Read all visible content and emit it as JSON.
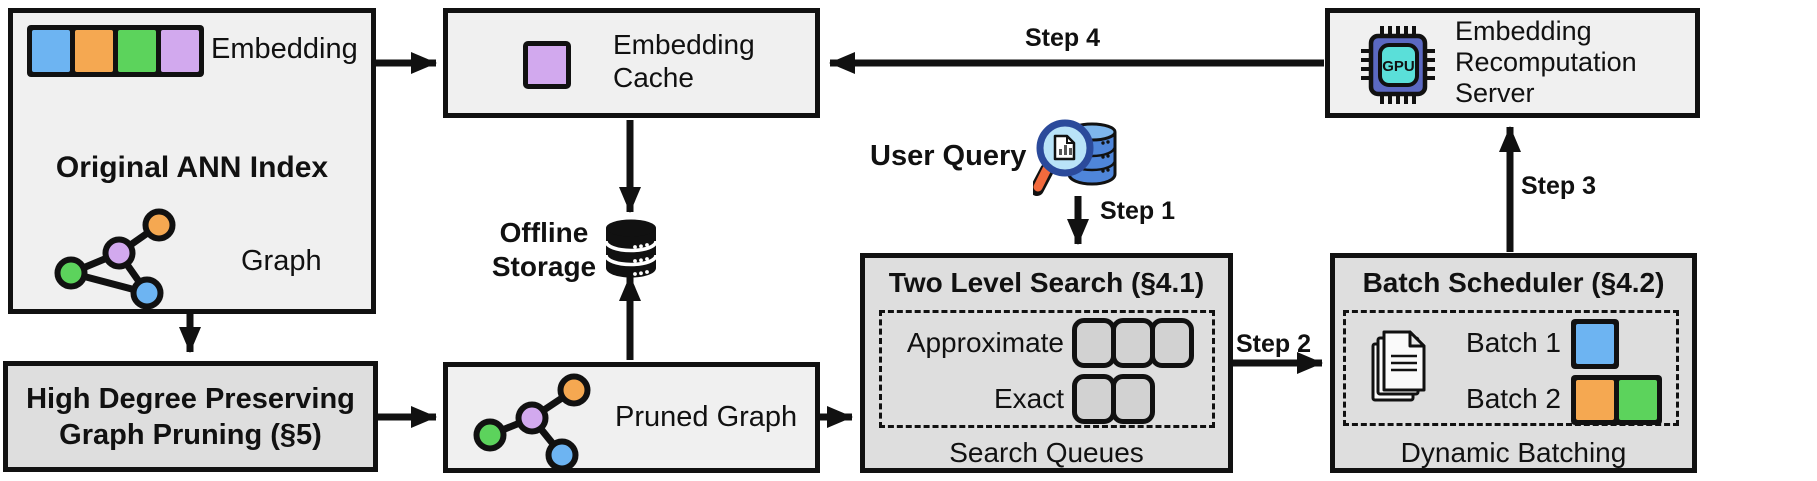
{
  "colors": {
    "blue": "#6db4f2",
    "orange": "#f5a851",
    "green": "#5cd35c",
    "purple": "#d2a9ee",
    "box-light": "#f0f0f0",
    "box-gray": "#dedede",
    "queue-fill": "#d2d2d2",
    "ink": "#111111",
    "chip-body": "#5b69c2",
    "chip-screen": "#5adfd9",
    "db-body": "#4f86da",
    "db-top": "#7eb6ec",
    "lens-fill": "#b9e3f8",
    "lens-rim": "#2b4a9b",
    "handle": "#f26a3d"
  },
  "ann_index": {
    "title": "Original ANN Index",
    "embedding_label": "Embedding",
    "graph_label": "Graph",
    "embedding_colors": [
      "blue",
      "orange",
      "green",
      "purple"
    ]
  },
  "embedding_cache": {
    "label": "Embedding Cache",
    "square_color": "purple"
  },
  "recomputation_server": {
    "label": "Embedding Recomputation Server",
    "chip_text": "GPU"
  },
  "offline_storage": {
    "label": "Offline Storage"
  },
  "user_query": {
    "label": "User Query"
  },
  "steps": {
    "s1": "Step 1",
    "s2": "Step 2",
    "s3": "Step 3",
    "s4": "Step 4"
  },
  "two_level_search": {
    "title": "Two Level Search (§4.1)",
    "approximate_label": "Approximate",
    "exact_label": "Exact",
    "footer": "Search Queues",
    "approximate_slots": 3,
    "exact_slots": 2
  },
  "batch_scheduler": {
    "title": "Batch Scheduler (§4.2)",
    "batch1_label": "Batch 1",
    "batch2_label": "Batch 2",
    "footer": "Dynamic Batching",
    "batch1_colors": [
      "blue"
    ],
    "batch2_colors": [
      "orange",
      "green"
    ]
  },
  "graph_pruning": {
    "title": "High Degree Preserving Graph Pruning (§5)"
  },
  "pruned_graph": {
    "label": "Pruned Graph"
  }
}
